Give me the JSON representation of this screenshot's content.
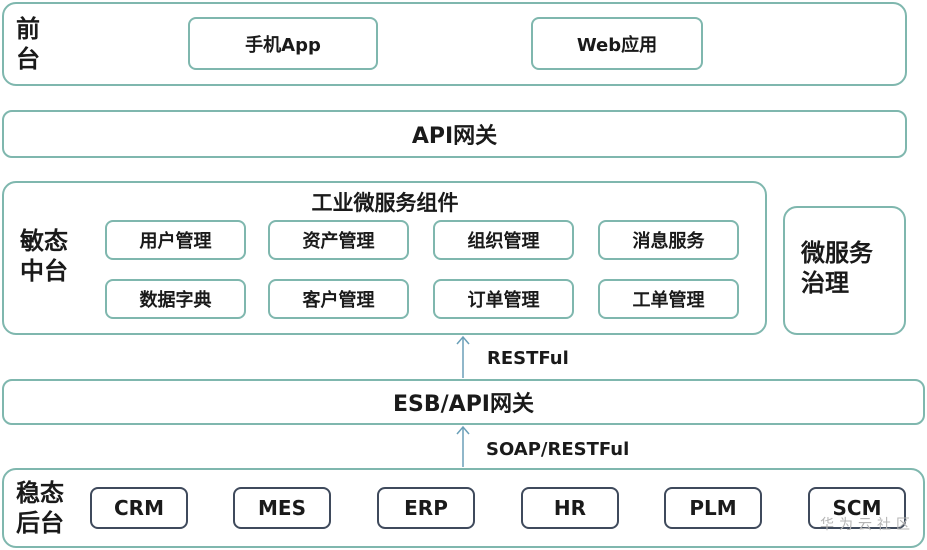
{
  "frontend": {
    "label_line1": "前",
    "label_line2": "台",
    "apps": [
      "手机App",
      "Web应用"
    ]
  },
  "api_gateway": {
    "label": "API网关"
  },
  "agile_middle": {
    "label_line1": "敏态",
    "label_line2": "中台",
    "group_title": "工业微服务组件",
    "components": [
      "用户管理",
      "资产管理",
      "组织管理",
      "消息服务",
      "数据字典",
      "客户管理",
      "订单管理",
      "工单管理"
    ]
  },
  "governance": {
    "label_line1": "微服务",
    "label_line2": "治理"
  },
  "arrow_upper": {
    "label": "RESTFul"
  },
  "esb_gateway": {
    "label": "ESB/API网关"
  },
  "arrow_lower": {
    "label": "SOAP/RESTFul"
  },
  "stable_backend": {
    "label_line1": "稳态",
    "label_line2": "后台",
    "systems": [
      "CRM",
      "MES",
      "ERP",
      "HR",
      "PLM",
      "SCM"
    ]
  },
  "watermark": "华为云社区",
  "colors": {
    "border": "#7fb7ae",
    "dark_border": "#3f4a5c",
    "arrow": "#6a9fb8"
  }
}
